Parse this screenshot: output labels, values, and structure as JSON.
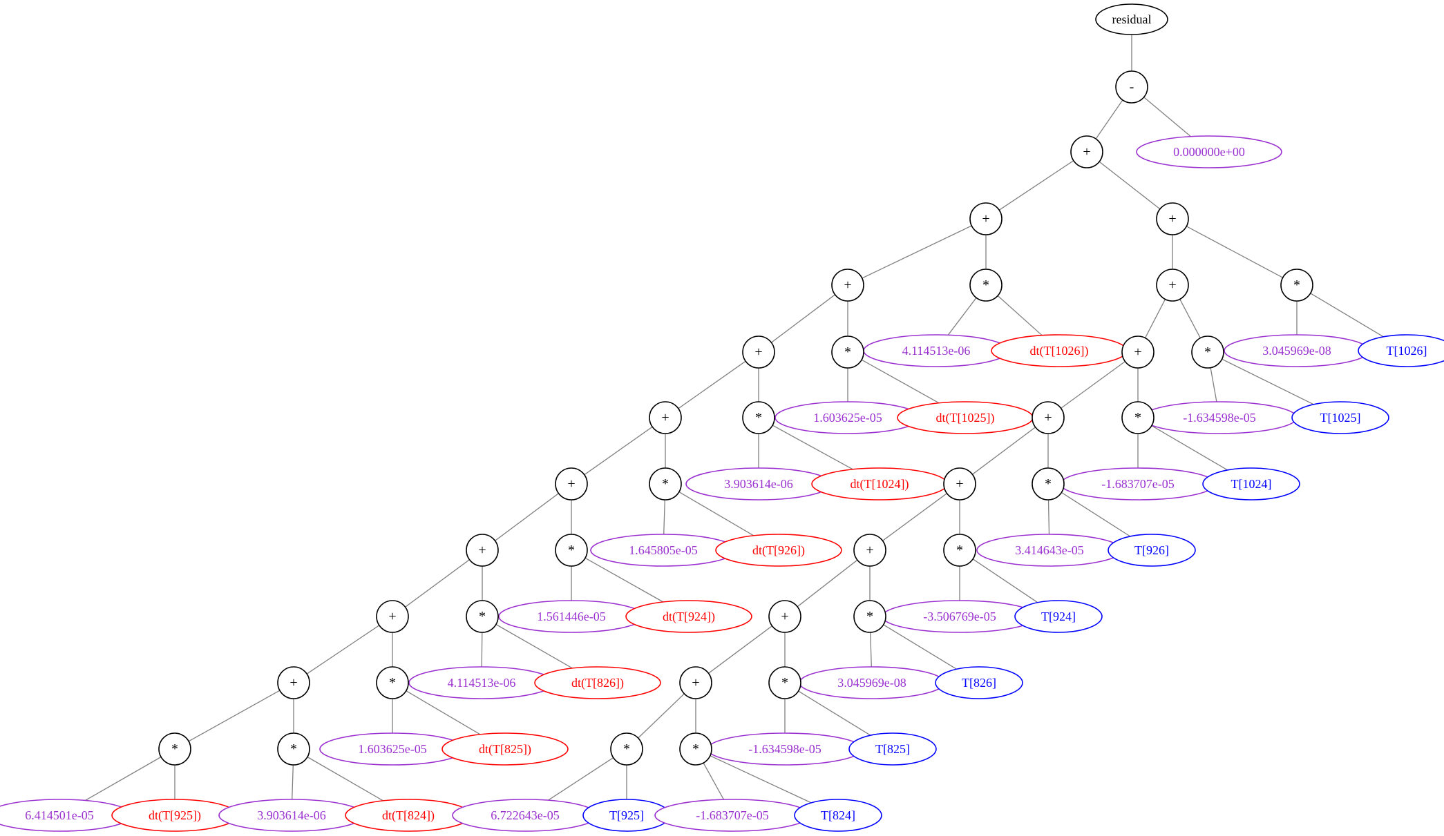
{
  "diagram": {
    "title": "residual",
    "colors": {
      "operator_stroke": "#000000",
      "edge": "#808080",
      "constant": "#9b30d0",
      "derivative": "#ff0000",
      "variable": "#0000ff",
      "background": "#ffffff"
    },
    "nodes": [
      {
        "id": "root",
        "label": "residual",
        "kind": "root"
      },
      {
        "id": "minus",
        "label": "-",
        "kind": "op"
      },
      {
        "id": "zero",
        "label": "0.000000e+00",
        "kind": "const"
      },
      {
        "id": "p1",
        "label": "+",
        "kind": "op"
      },
      {
        "id": "pL1",
        "label": "+",
        "kind": "op"
      },
      {
        "id": "pR1",
        "label": "+",
        "kind": "op"
      },
      {
        "id": "pL2",
        "label": "+",
        "kind": "op"
      },
      {
        "id": "mL2",
        "label": "*",
        "kind": "op"
      },
      {
        "id": "cL2",
        "label": "4.114513e-06",
        "kind": "const"
      },
      {
        "id": "dL2",
        "label": "dt(T[1026])",
        "kind": "deriv"
      },
      {
        "id": "pL3",
        "label": "+",
        "kind": "op"
      },
      {
        "id": "mL3",
        "label": "*",
        "kind": "op"
      },
      {
        "id": "cL3",
        "label": "1.603625e-05",
        "kind": "const"
      },
      {
        "id": "dL3",
        "label": "dt(T[1025])",
        "kind": "deriv"
      },
      {
        "id": "pL4",
        "label": "+",
        "kind": "op"
      },
      {
        "id": "mL4",
        "label": "*",
        "kind": "op"
      },
      {
        "id": "cL4",
        "label": "3.903614e-06",
        "kind": "const"
      },
      {
        "id": "dL4",
        "label": "dt(T[1024])",
        "kind": "deriv"
      },
      {
        "id": "pL5",
        "label": "+",
        "kind": "op"
      },
      {
        "id": "mL5",
        "label": "*",
        "kind": "op"
      },
      {
        "id": "cL5",
        "label": "1.645805e-05",
        "kind": "const"
      },
      {
        "id": "dL5",
        "label": "dt(T[926])",
        "kind": "deriv"
      },
      {
        "id": "pL6",
        "label": "+",
        "kind": "op"
      },
      {
        "id": "mL6",
        "label": "*",
        "kind": "op"
      },
      {
        "id": "cL6",
        "label": "1.561446e-05",
        "kind": "const"
      },
      {
        "id": "dL6",
        "label": "dt(T[924])",
        "kind": "deriv"
      },
      {
        "id": "pL7",
        "label": "+",
        "kind": "op"
      },
      {
        "id": "mL7",
        "label": "*",
        "kind": "op"
      },
      {
        "id": "cL7",
        "label": "4.114513e-06",
        "kind": "const"
      },
      {
        "id": "dL7",
        "label": "dt(T[826])",
        "kind": "deriv"
      },
      {
        "id": "pL8",
        "label": "+",
        "kind": "op"
      },
      {
        "id": "mL8",
        "label": "*",
        "kind": "op"
      },
      {
        "id": "cL8",
        "label": "1.603625e-05",
        "kind": "const"
      },
      {
        "id": "dL8",
        "label": "dt(T[825])",
        "kind": "deriv"
      },
      {
        "id": "mL9a",
        "label": "*",
        "kind": "op"
      },
      {
        "id": "cL9a",
        "label": "6.414501e-05",
        "kind": "const"
      },
      {
        "id": "dL9a",
        "label": "dt(T[925])",
        "kind": "deriv"
      },
      {
        "id": "mL9b",
        "label": "*",
        "kind": "op"
      },
      {
        "id": "cL9b",
        "label": "3.903614e-06",
        "kind": "const"
      },
      {
        "id": "dL9b",
        "label": "dt(T[824])",
        "kind": "deriv"
      },
      {
        "id": "pR2",
        "label": "+",
        "kind": "op"
      },
      {
        "id": "mR2",
        "label": "*",
        "kind": "op"
      },
      {
        "id": "cR2",
        "label": "3.045969e-08",
        "kind": "const"
      },
      {
        "id": "vR2",
        "label": "T[1026]",
        "kind": "var"
      },
      {
        "id": "pR3",
        "label": "+",
        "kind": "op"
      },
      {
        "id": "mR3",
        "label": "*",
        "kind": "op"
      },
      {
        "id": "cR3",
        "label": "-1.634598e-05",
        "kind": "const"
      },
      {
        "id": "vR3",
        "label": "T[1025]",
        "kind": "var"
      },
      {
        "id": "pR4",
        "label": "+",
        "kind": "op"
      },
      {
        "id": "mR4",
        "label": "*",
        "kind": "op"
      },
      {
        "id": "cR4",
        "label": "-1.683707e-05",
        "kind": "const"
      },
      {
        "id": "vR4",
        "label": "T[1024]",
        "kind": "var"
      },
      {
        "id": "pR5",
        "label": "+",
        "kind": "op"
      },
      {
        "id": "mR5",
        "label": "*",
        "kind": "op"
      },
      {
        "id": "cR5",
        "label": "3.414643e-05",
        "kind": "const"
      },
      {
        "id": "vR5",
        "label": "T[926]",
        "kind": "var"
      },
      {
        "id": "pR6",
        "label": "+",
        "kind": "op"
      },
      {
        "id": "mR6",
        "label": "*",
        "kind": "op"
      },
      {
        "id": "cR6",
        "label": "-3.506769e-05",
        "kind": "const"
      },
      {
        "id": "vR6",
        "label": "T[924]",
        "kind": "var"
      },
      {
        "id": "pR7",
        "label": "+",
        "kind": "op"
      },
      {
        "id": "mR7",
        "label": "*",
        "kind": "op"
      },
      {
        "id": "cR7",
        "label": "3.045969e-08",
        "kind": "const"
      },
      {
        "id": "vR7",
        "label": "T[826]",
        "kind": "var"
      },
      {
        "id": "pR8",
        "label": "+",
        "kind": "op"
      },
      {
        "id": "mR8",
        "label": "*",
        "kind": "op"
      },
      {
        "id": "cR8",
        "label": "-1.634598e-05",
        "kind": "const"
      },
      {
        "id": "vR8",
        "label": "T[825]",
        "kind": "var"
      },
      {
        "id": "mR9a",
        "label": "*",
        "kind": "op"
      },
      {
        "id": "cR9a",
        "label": "6.722643e-05",
        "kind": "const"
      },
      {
        "id": "vR9a",
        "label": "T[925]",
        "kind": "var"
      },
      {
        "id": "mR9b",
        "label": "*",
        "kind": "op"
      },
      {
        "id": "cR9b",
        "label": "-1.683707e-05",
        "kind": "const"
      },
      {
        "id": "vR9b",
        "label": "T[824]",
        "kind": "var"
      }
    ],
    "edges": [
      [
        "root",
        "minus"
      ],
      [
        "minus",
        "p1"
      ],
      [
        "minus",
        "zero"
      ],
      [
        "p1",
        "pL1"
      ],
      [
        "p1",
        "pR1"
      ],
      [
        "pL1",
        "pL2"
      ],
      [
        "pL1",
        "mL2"
      ],
      [
        "mL2",
        "cL2"
      ],
      [
        "mL2",
        "dL2"
      ],
      [
        "pL2",
        "pL3"
      ],
      [
        "pL2",
        "mL3"
      ],
      [
        "mL3",
        "cL3"
      ],
      [
        "mL3",
        "dL3"
      ],
      [
        "pL3",
        "pL4"
      ],
      [
        "pL3",
        "mL4"
      ],
      [
        "mL4",
        "cL4"
      ],
      [
        "mL4",
        "dL4"
      ],
      [
        "pL4",
        "pL5"
      ],
      [
        "pL4",
        "mL5"
      ],
      [
        "mL5",
        "cL5"
      ],
      [
        "mL5",
        "dL5"
      ],
      [
        "pL5",
        "pL6"
      ],
      [
        "pL5",
        "mL6"
      ],
      [
        "mL6",
        "cL6"
      ],
      [
        "mL6",
        "dL6"
      ],
      [
        "pL6",
        "pL7"
      ],
      [
        "pL6",
        "mL7"
      ],
      [
        "mL7",
        "cL7"
      ],
      [
        "mL7",
        "dL7"
      ],
      [
        "pL7",
        "pL8"
      ],
      [
        "pL7",
        "mL8"
      ],
      [
        "mL8",
        "cL8"
      ],
      [
        "mL8",
        "dL8"
      ],
      [
        "pL8",
        "mL9a"
      ],
      [
        "pL8",
        "mL9b"
      ],
      [
        "mL9a",
        "cL9a"
      ],
      [
        "mL9a",
        "dL9a"
      ],
      [
        "mL9b",
        "cL9b"
      ],
      [
        "mL9b",
        "dL9b"
      ],
      [
        "pR1",
        "pR2"
      ],
      [
        "pR1",
        "mR2"
      ],
      [
        "mR2",
        "cR2"
      ],
      [
        "mR2",
        "vR2"
      ],
      [
        "pR2",
        "pR3"
      ],
      [
        "pR2",
        "mR3"
      ],
      [
        "mR3",
        "cR3"
      ],
      [
        "mR3",
        "vR3"
      ],
      [
        "pR3",
        "pR4"
      ],
      [
        "pR3",
        "mR4"
      ],
      [
        "mR4",
        "cR4"
      ],
      [
        "mR4",
        "vR4"
      ],
      [
        "pR4",
        "pR5"
      ],
      [
        "pR4",
        "mR5"
      ],
      [
        "mR5",
        "cR5"
      ],
      [
        "mR5",
        "vR5"
      ],
      [
        "pR5",
        "pR6"
      ],
      [
        "pR5",
        "mR6"
      ],
      [
        "mR6",
        "cR6"
      ],
      [
        "mR6",
        "vR6"
      ],
      [
        "pR6",
        "pR7"
      ],
      [
        "pR6",
        "mR7"
      ],
      [
        "mR7",
        "cR7"
      ],
      [
        "mR7",
        "vR7"
      ],
      [
        "pR7",
        "pR8"
      ],
      [
        "pR7",
        "mR8"
      ],
      [
        "mR8",
        "cR8"
      ],
      [
        "mR8",
        "vR8"
      ],
      [
        "pR8",
        "mR9a"
      ],
      [
        "pR8",
        "mR9b"
      ],
      [
        "mR9a",
        "cR9a"
      ],
      [
        "mR9a",
        "vR9a"
      ],
      [
        "mR9b",
        "cR9b"
      ],
      [
        "mR9b",
        "vR9b"
      ]
    ]
  }
}
